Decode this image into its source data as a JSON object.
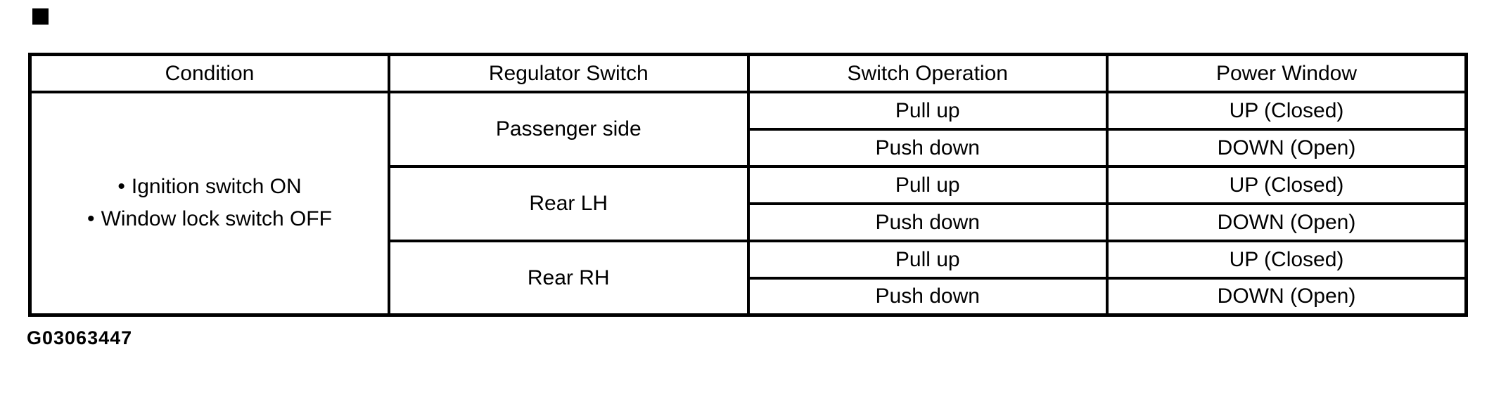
{
  "page": {
    "background_color": "#ffffff",
    "text_color": "#000000",
    "border_color": "#000000",
    "corner_marker_color": "#000000",
    "caption": "G03063447"
  },
  "table": {
    "headers": {
      "condition": "Condition",
      "regulator_switch": "Regulator Switch",
      "switch_operation": "Switch Operation",
      "power_window": "Power Window"
    },
    "condition": {
      "bullet": "•",
      "items": [
        "Ignition switch ON",
        "Window lock switch OFF"
      ]
    },
    "groups": [
      {
        "regulator_switch": "Passenger side",
        "rows": [
          {
            "switch_operation": "Pull up",
            "power_window": "UP (Closed)"
          },
          {
            "switch_operation": "Push down",
            "power_window": "DOWN (Open)"
          }
        ]
      },
      {
        "regulator_switch": "Rear LH",
        "rows": [
          {
            "switch_operation": "Pull up",
            "power_window": "UP (Closed)"
          },
          {
            "switch_operation": "Push down",
            "power_window": "DOWN (Open)"
          }
        ]
      },
      {
        "regulator_switch": "Rear RH",
        "rows": [
          {
            "switch_operation": "Pull up",
            "power_window": "UP (Closed)"
          },
          {
            "switch_operation": "Push down",
            "power_window": "DOWN (Open)"
          }
        ]
      }
    ]
  }
}
